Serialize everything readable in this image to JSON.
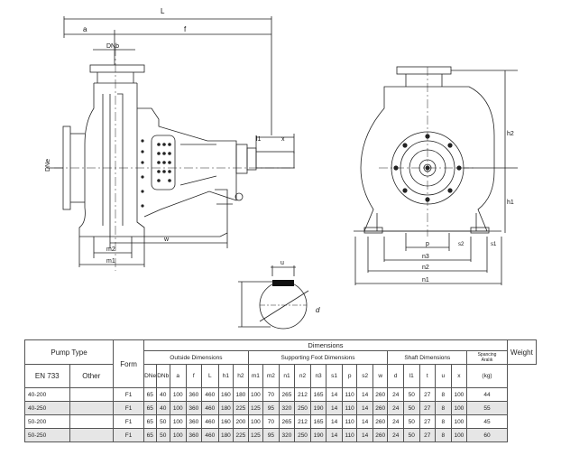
{
  "drawing": {
    "side_view_labels": {
      "L": "L",
      "a": "a",
      "f": "f",
      "DNb": "DNb",
      "DNe": "DNe",
      "l1": "l1",
      "x": "x",
      "m2": "m2",
      "m1": "m1",
      "w": "w"
    },
    "front_view_labels": {
      "h2": "h2",
      "h1": "h1",
      "p": "p",
      "s2": "s2",
      "s1": "s1",
      "n3": "n3",
      "n2": "n2",
      "n1": "n1"
    },
    "shaft_labels": {
      "u": "u",
      "d": "d"
    }
  },
  "table": {
    "pump_type": "Pump Type",
    "en733": "EN 733",
    "other": "Other",
    "form": "Form",
    "dimensions": "Dimensions",
    "outside": "Outside Dimensions",
    "supporting": "Supporting Foot Dimensions",
    "shaft": "Shaft Dimensions",
    "spacing_line1": "Spancing",
    "spacing_line2": "Aralık",
    "weight": "Weight",
    "weight_unit": "(kg)",
    "columns": [
      "DNe",
      "DNb",
      "a",
      "f",
      "L",
      "h1",
      "h2",
      "m1",
      "m2",
      "n1",
      "n2",
      "n3",
      "s1",
      "p",
      "s2",
      "w",
      "d",
      "l1",
      "t",
      "u",
      "x"
    ],
    "rows": [
      {
        "type": "40-200",
        "other": "",
        "form": "F1",
        "values": [
          "65",
          "40",
          "100",
          "360",
          "460",
          "160",
          "180",
          "100",
          "70",
          "265",
          "212",
          "165",
          "14",
          "110",
          "14",
          "260",
          "24",
          "50",
          "27",
          "8",
          "100"
        ],
        "weight": "44"
      },
      {
        "type": "40-250",
        "other": "",
        "form": "F1",
        "values": [
          "65",
          "40",
          "100",
          "360",
          "460",
          "180",
          "225",
          "125",
          "95",
          "320",
          "250",
          "190",
          "14",
          "110",
          "14",
          "260",
          "24",
          "50",
          "27",
          "8",
          "100"
        ],
        "weight": "55"
      },
      {
        "type": "50-200",
        "other": "",
        "form": "F1",
        "values": [
          "65",
          "50",
          "100",
          "360",
          "460",
          "160",
          "200",
          "100",
          "70",
          "265",
          "212",
          "165",
          "14",
          "110",
          "14",
          "260",
          "24",
          "50",
          "27",
          "8",
          "100"
        ],
        "weight": "45"
      },
      {
        "type": "50-250",
        "other": "",
        "form": "F1",
        "values": [
          "65",
          "50",
          "100",
          "360",
          "460",
          "180",
          "225",
          "125",
          "95",
          "320",
          "250",
          "190",
          "14",
          "110",
          "14",
          "260",
          "24",
          "50",
          "27",
          "8",
          "100"
        ],
        "weight": "60"
      }
    ]
  }
}
